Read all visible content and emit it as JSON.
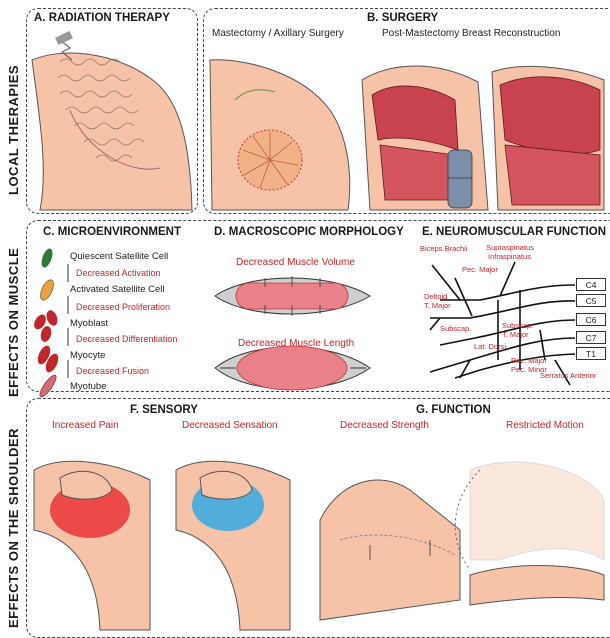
{
  "rows": {
    "local": "LOCAL THERAPIES",
    "muscle": "EFFECTS ON MUSCLE",
    "shoulder": "EFFECTS ON THE SHOULDER"
  },
  "panels": {
    "a": {
      "title": "A. RADIATION THERAPY"
    },
    "b": {
      "title": "B. SURGERY",
      "left_sub": "Mastectomy / Axillary Surgery",
      "right_sub": "Post-Mastectomy Breast Reconstruction"
    },
    "c": {
      "title": "C. MICROENVIRONMENT",
      "cells": [
        "Quiescent Satellite Cell",
        "Activated Satellite Cell",
        "Myoblast",
        "Myocyte",
        "Myotube"
      ],
      "transitions": [
        "Decreased Activation",
        "Decreased Proliferation",
        "Decreased Differentiation",
        "Decreased Fusion"
      ]
    },
    "d": {
      "title": "D. MACROSCOPIC MORPHOLOGY",
      "volume": "Decreased Muscle Volume",
      "length": "Decreased Muscle Length"
    },
    "e": {
      "title": "E. NEUROMUSCULAR FUNCTION",
      "muscles": {
        "biceps": "Biceps Brachii",
        "supra1": "Supraspinatus",
        "supra2": "Infraspinatus",
        "pec": "Pec. Major",
        "deltoid1": "Deltoid",
        "deltoid2": "T. Major",
        "subscap": "Subscap.",
        "subscap2a": "Subscap.",
        "subscap2b": "T. Major",
        "latdorsi": "Lat. Dorsi",
        "pecmm1": "Pec. Major",
        "pecmm2": "Pec. Minor",
        "serratus": "Serratus Anterior"
      },
      "nerves": [
        "C4",
        "C5",
        "C6",
        "C7",
        "T1"
      ]
    },
    "f": {
      "title": "F. SENSORY",
      "pain": "Increased Pain",
      "sensation": "Decreased Sensation"
    },
    "g": {
      "title": "G. FUNCTION",
      "strength": "Decreased Strength",
      "motion": "Restricted Motion"
    }
  },
  "colors": {
    "skin": "#f6c3a8",
    "muscle": "#c9424f",
    "muscle_light": "#e8818a",
    "accent_red": "#c0272d",
    "pain": "#e8202a",
    "numb": "#2aa8e6"
  }
}
